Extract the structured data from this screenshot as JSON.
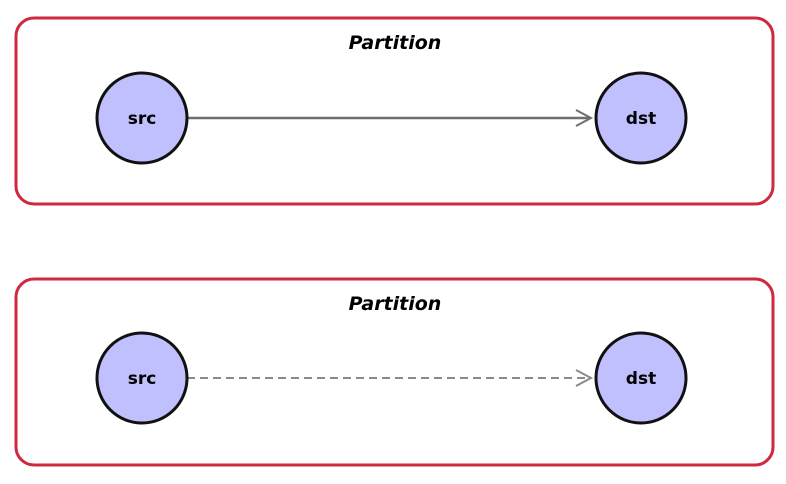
{
  "partitions": [
    {
      "title": "Partition",
      "source_label": "src",
      "target_label": "dst",
      "edge_style": "solid"
    },
    {
      "title": "Partition",
      "source_label": "src",
      "target_label": "dst",
      "edge_style": "dashed"
    }
  ],
  "colors": {
    "partition_border": "#d0283f",
    "node_fill": "#c0c0ff",
    "node_border": "#111111",
    "edge_solid": "#6e6e6e",
    "edge_dashed": "#8a8a8a"
  }
}
